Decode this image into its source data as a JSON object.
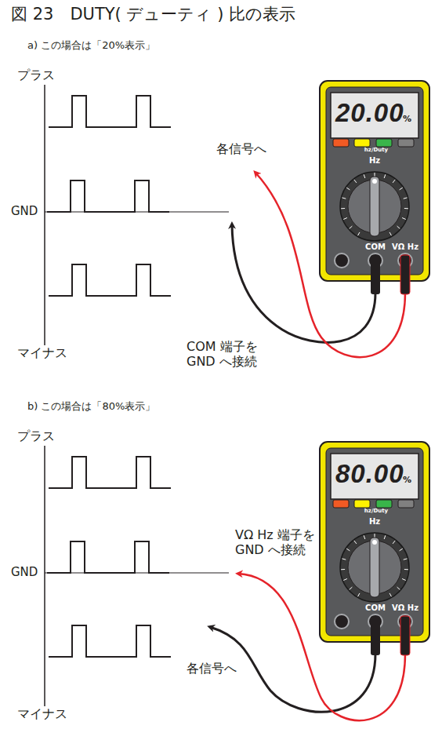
{
  "diagram": {
    "title": "図 23　DUTY( デューティ ) 比の表示",
    "labels": [
      "a) この場合は「20%表示」",
      "プラス",
      "GND",
      "マイナス",
      "20.00",
      "%",
      "hz/Duty",
      "Hz",
      "COM",
      "VΩ Hz",
      "各信号へ",
      "COM 端子を GND へ接続",
      "b) この場合は「80%表示」",
      "プラス",
      "GND",
      "マイナス",
      "80.00",
      "%",
      "hz/Duty",
      "Hz",
      "COM",
      "VΩ Hz",
      "VΩ Hz 端子を GND へ接続",
      "各信号へ"
    ]
  }
}
